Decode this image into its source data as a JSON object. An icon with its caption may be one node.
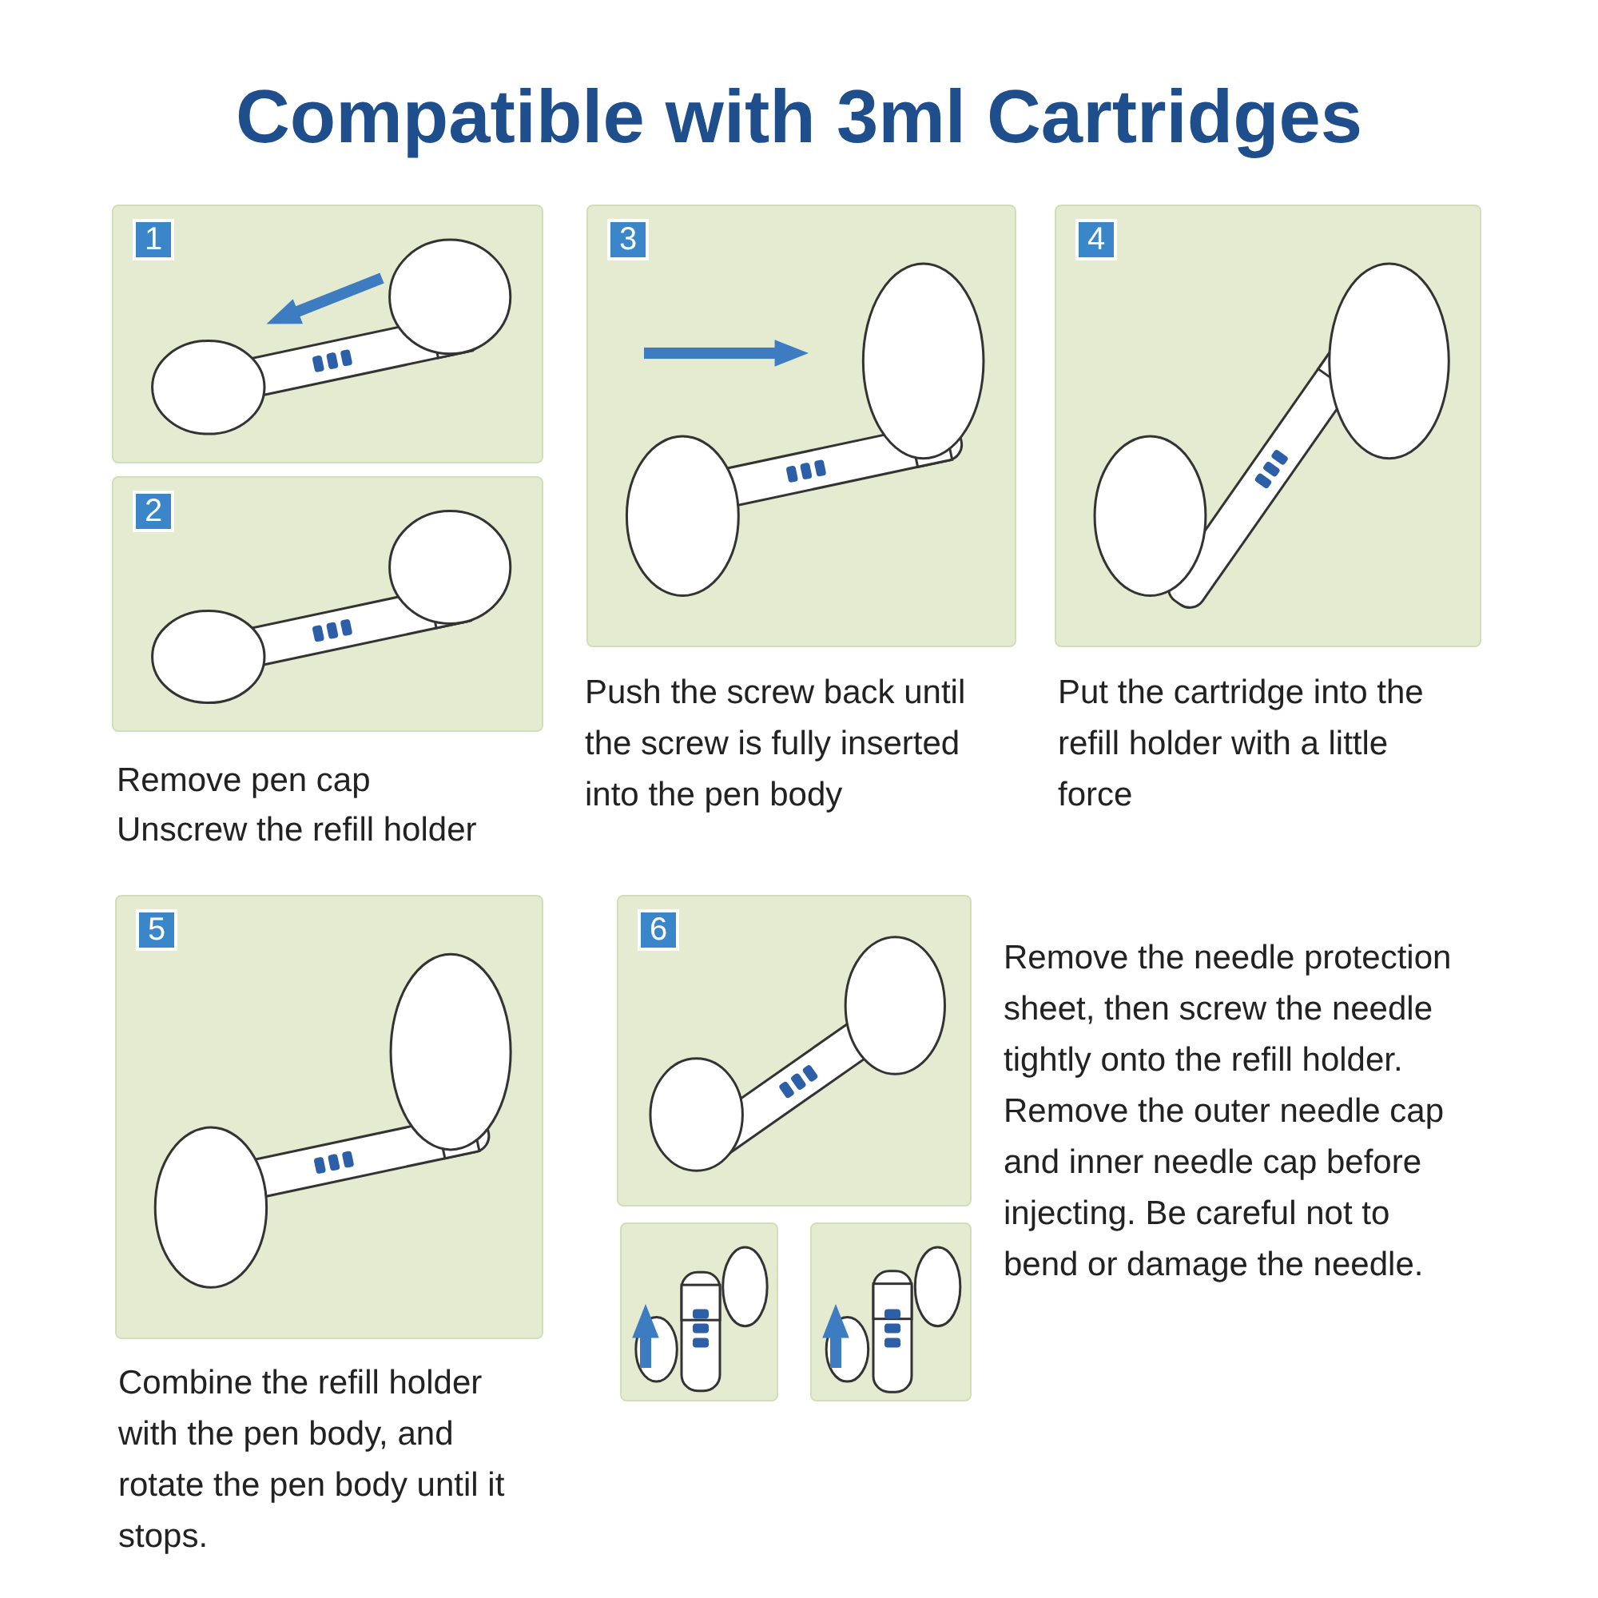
{
  "diagram": {
    "title": "Compatible with 3ml Cartridges",
    "nodes": [
      {
        "text": [
          "1"
        ]
      },
      {
        "text": [
          "2"
        ]
      },
      {
        "text": [
          "3"
        ]
      },
      {
        "text": [
          "4"
        ]
      },
      {
        "text": [
          "5"
        ]
      },
      {
        "text": [
          "6"
        ]
      },
      {
        "text": [],
        "shape": "picture"
      },
      {
        "text": [],
        "shape": "picture"
      }
    ],
    "edges": [],
    "labels": [
      "Remove pen cap",
      "Unscrew the refill holder",
      "Push the screw back until the screw is fully inserted into the pen body",
      "Put the cartridge into the refill holder with a little force",
      "Combine the refill holder with the pen body, and rotate the pen body until it stops.",
      "Remove the needle protection sheet, then screw the needle tightly onto the refill holder. Remove the outer needle cap and inner needle cap before injecting. Be careful not to bend or damage the needle."
    ]
  }
}
